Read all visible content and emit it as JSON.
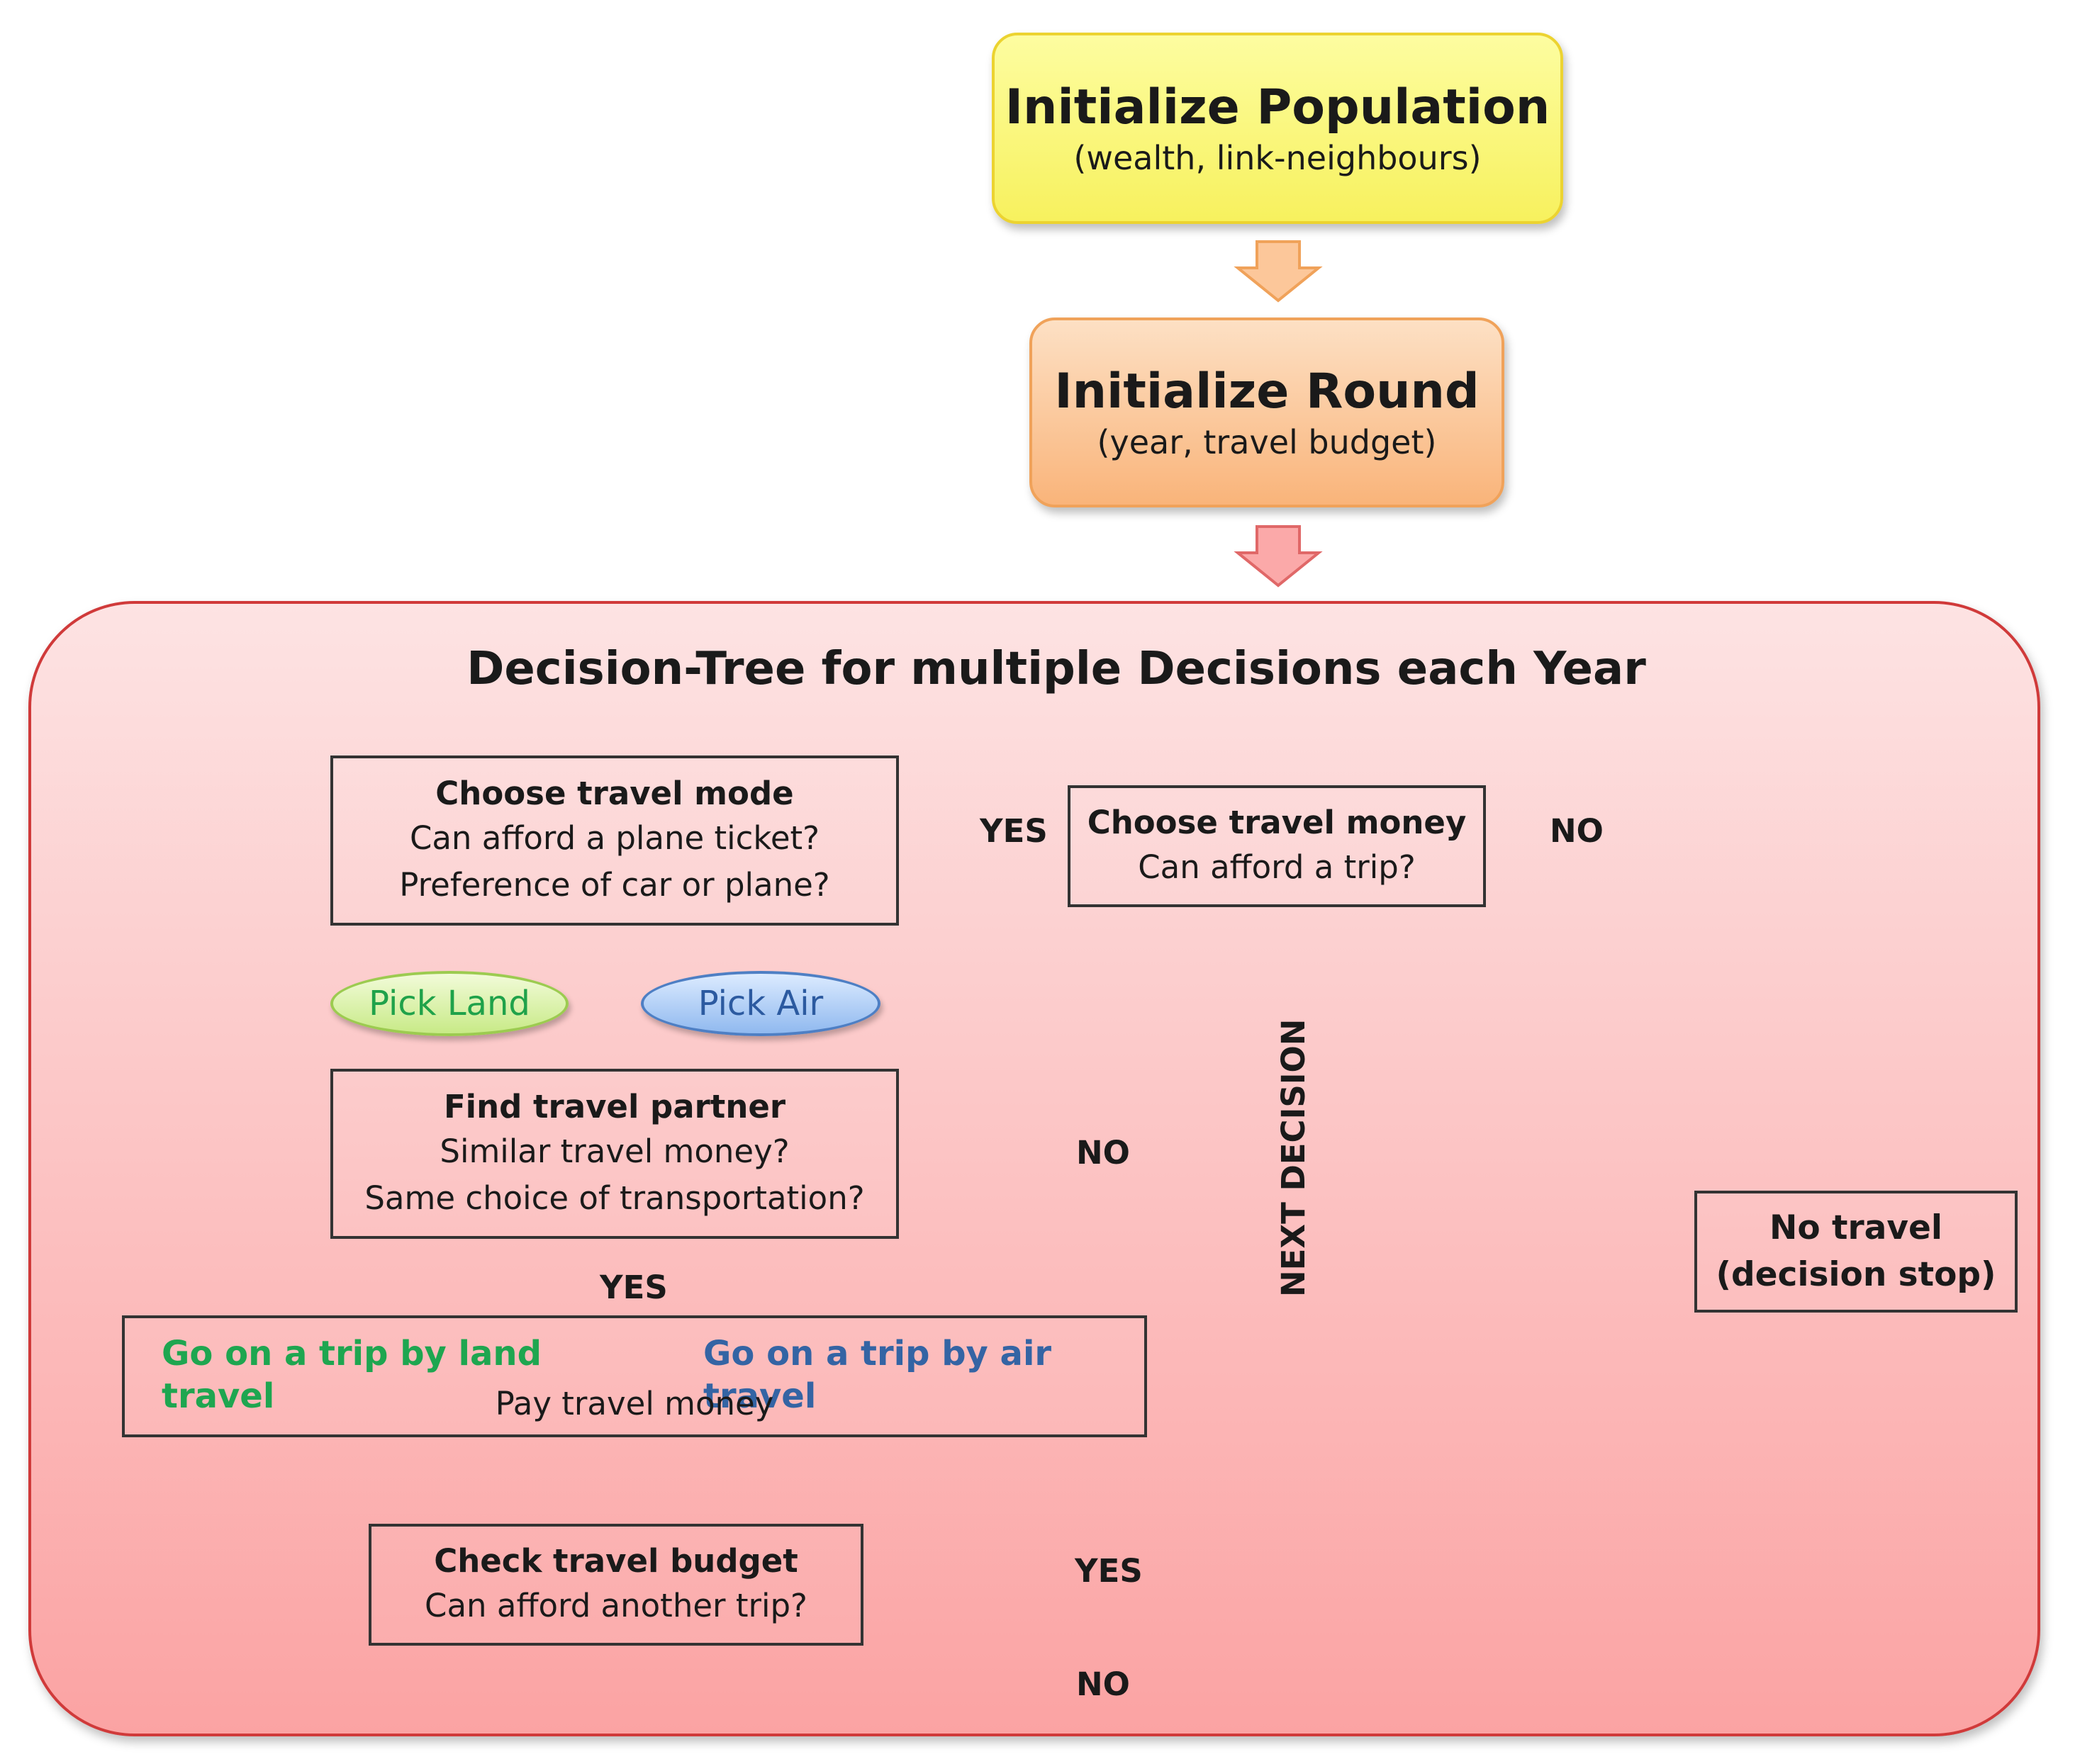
{
  "colors": {
    "line": "#1a1a1a",
    "land": "#1ea650",
    "air": "#3464a4",
    "arrow1_fill": "#fcc79a",
    "arrow1_stroke": "#f0a25a",
    "arrow2_fill": "#fba9a9",
    "arrow2_stroke": "#e06868"
  },
  "population": {
    "title": "Initialize Population",
    "subtitle": "(wealth, link-neighbours)"
  },
  "round": {
    "title": "Initialize Round",
    "subtitle": "(year, travel budget)"
  },
  "tree": {
    "title": "Decision-Tree for multiple Decisions each Year",
    "choose_mode": {
      "title": "Choose travel mode",
      "line1": "Can afford a plane ticket?",
      "line2": "Preference of car or plane?"
    },
    "choose_money": {
      "title": "Choose travel money",
      "line1": "Can afford a trip?"
    },
    "find_partner": {
      "title": "Find travel partner",
      "line1": "Similar travel money?",
      "line2": "Same choice of transportation?"
    },
    "go_trip": {
      "land": "Go on a trip by land travel",
      "air": "Go on a trip by air travel",
      "line": "Pay travel money"
    },
    "check_budget": {
      "title": "Check travel budget",
      "line1": "Can afford another trip?"
    },
    "no_travel": {
      "line1": "No travel",
      "line2": "(decision stop)"
    },
    "pick_land": "Pick Land",
    "pick_air": "Pick Air",
    "labels": {
      "yes_mode": "YES",
      "no_money": "NO",
      "no_partner": "NO",
      "yes_partner": "YES",
      "yes_budget": "YES",
      "no_budget": "NO",
      "next_decision": "NEXT DECISION"
    }
  }
}
